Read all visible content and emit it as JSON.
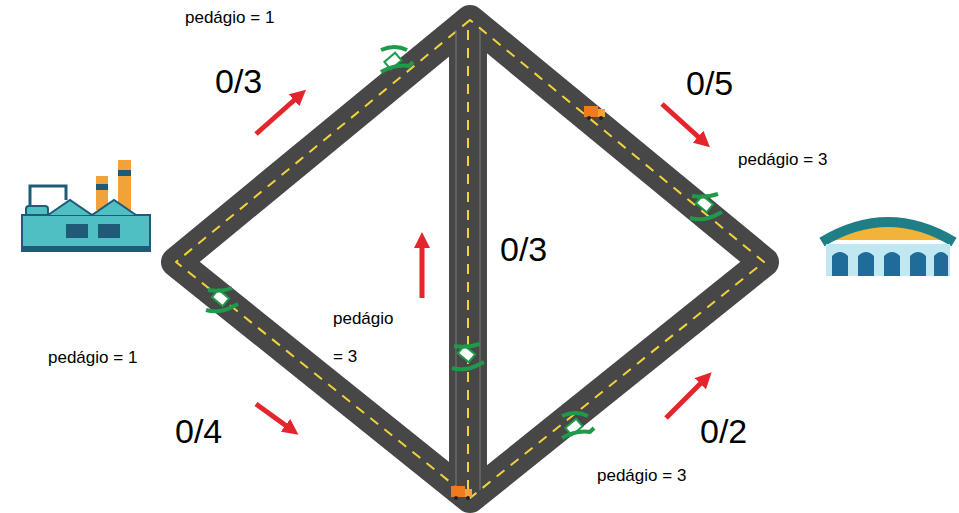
{
  "diagram": {
    "labels": [
      "pedágio = 1",
      "0/3",
      "0/5",
      "pedágio = 3",
      "0/3",
      "pedágio = 3",
      "pedágio = 1",
      "0/4",
      "0/2",
      "pedágio = 3"
    ]
  }
}
